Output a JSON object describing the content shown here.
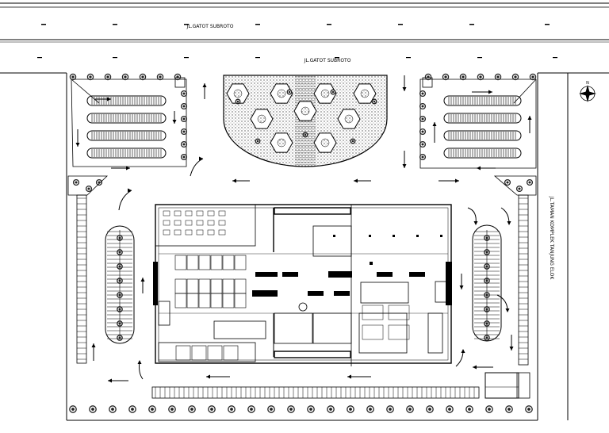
{
  "streets": {
    "top_label_1": "JL.GATOT SUBROTO",
    "top_label_2": "JL.GATOT SUBROTO",
    "side_label": "JL.TAMAN KOMPLEK TANJUNG ELOK"
  },
  "compass": {
    "north_label": "N"
  },
  "colors": {
    "line": "#000000",
    "paper": "#ffffff",
    "tree": "#222222",
    "hatch": "#888888"
  },
  "icons": {
    "compass": "north-arrow-icon",
    "tree": "tree-icon",
    "arrow": "traffic-arrow-icon"
  }
}
